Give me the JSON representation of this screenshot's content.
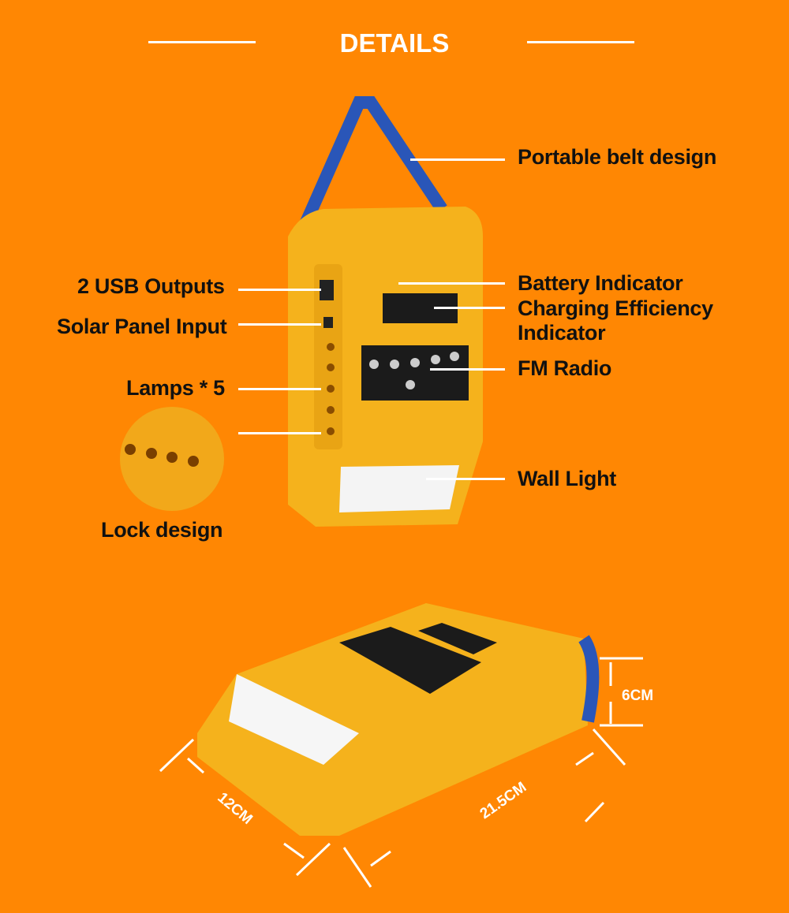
{
  "title": "DETAILS",
  "labels": {
    "belt": "Portable belt design",
    "usb": "2 USB Outputs",
    "solar": "Solar Panel Input",
    "lamps": "Lamps * 5",
    "lock": "Lock design",
    "battery": "Battery Indicator",
    "charging": "Charging Efficiency",
    "charging2": "Indicator",
    "radio": "FM Radio",
    "wall": "Wall Light"
  },
  "dimensions": {
    "height": "6CM",
    "width": "12CM",
    "length": "21.5CM"
  },
  "colors": {
    "background": "#ff8703",
    "product": "#f5b21c",
    "strap": "#2a56b8"
  }
}
